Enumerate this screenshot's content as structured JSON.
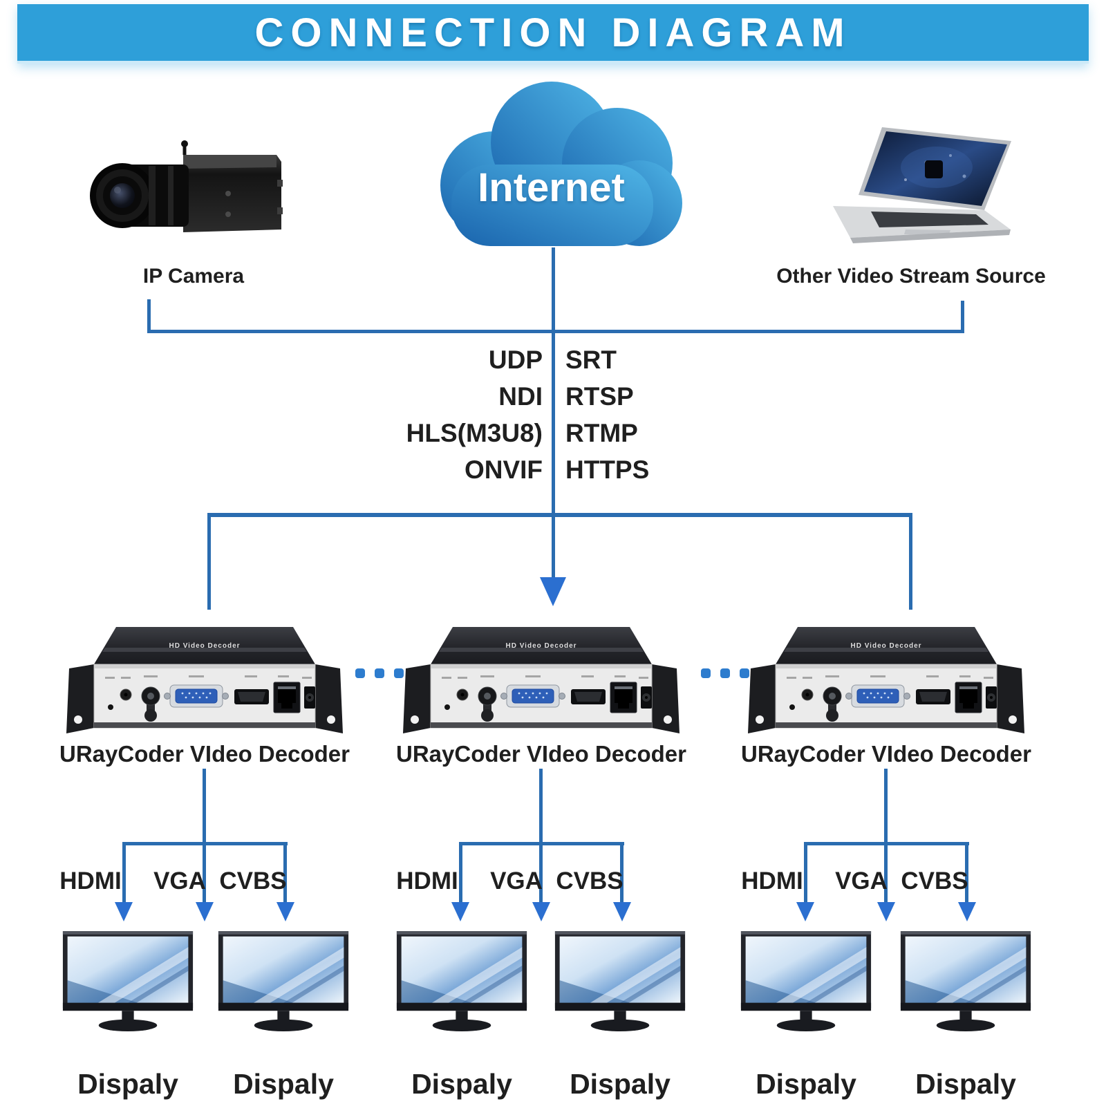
{
  "theme": {
    "background_color": "#FFFFFF",
    "banner_color": "#2E9FD9",
    "banner_text_color": "#FFFFFF",
    "line_color": "#2A6CB0",
    "arrow_color": "#2B6FD0",
    "dot_color": "#2D7CCE",
    "text_color": "#1F1F1F"
  },
  "banner": {
    "title": "CONNECTION DIAGRAM"
  },
  "sources": {
    "ip_camera": {
      "label": "IP Camera"
    },
    "internet": {
      "label": "Internet"
    },
    "other_source": {
      "label": "Other Video Stream Source"
    }
  },
  "protocols": {
    "left": [
      "UDP",
      "NDI",
      "HLS(M3U8)",
      "ONVIF"
    ],
    "right": [
      "SRT",
      "RTSP",
      "RTMP",
      "HTTPS"
    ]
  },
  "decoders": {
    "top_text": "HD Video Decoder",
    "items": [
      {
        "label": "URayCoder VIdeo Decoder"
      },
      {
        "label": "URayCoder VIdeo Decoder"
      },
      {
        "label": "URayCoder VIdeo Decoder"
      }
    ]
  },
  "outputs": [
    "HDMI",
    "VGA",
    "CVBS"
  ],
  "displays": [
    {
      "label": "Dispaly"
    },
    {
      "label": "Dispaly"
    },
    {
      "label": "Dispaly"
    },
    {
      "label": "Dispaly"
    },
    {
      "label": "Dispaly"
    },
    {
      "label": "Dispaly"
    }
  ]
}
